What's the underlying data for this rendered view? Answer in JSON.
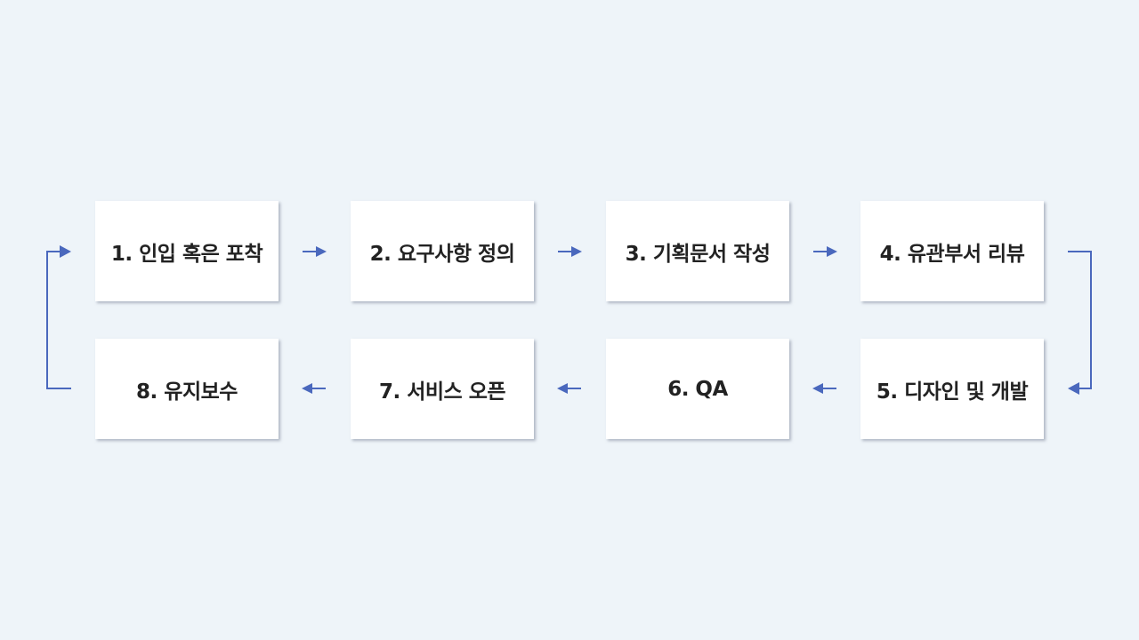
{
  "steps": [
    {
      "label": "1. 인입 혹은 포착"
    },
    {
      "label": "2. 요구사항 정의"
    },
    {
      "label": "3. 기획문서 작성"
    },
    {
      "label": "4. 유관부서 리뷰"
    },
    {
      "label": "5. 디자인 및 개발"
    },
    {
      "label": "6. QA"
    },
    {
      "label": "7. 서비스 오픈"
    },
    {
      "label": "8. 유지보수"
    }
  ],
  "colors": {
    "background": "#eef4f9",
    "box": "#ffffff",
    "text": "#222222",
    "arrow": "#4a68bd"
  }
}
